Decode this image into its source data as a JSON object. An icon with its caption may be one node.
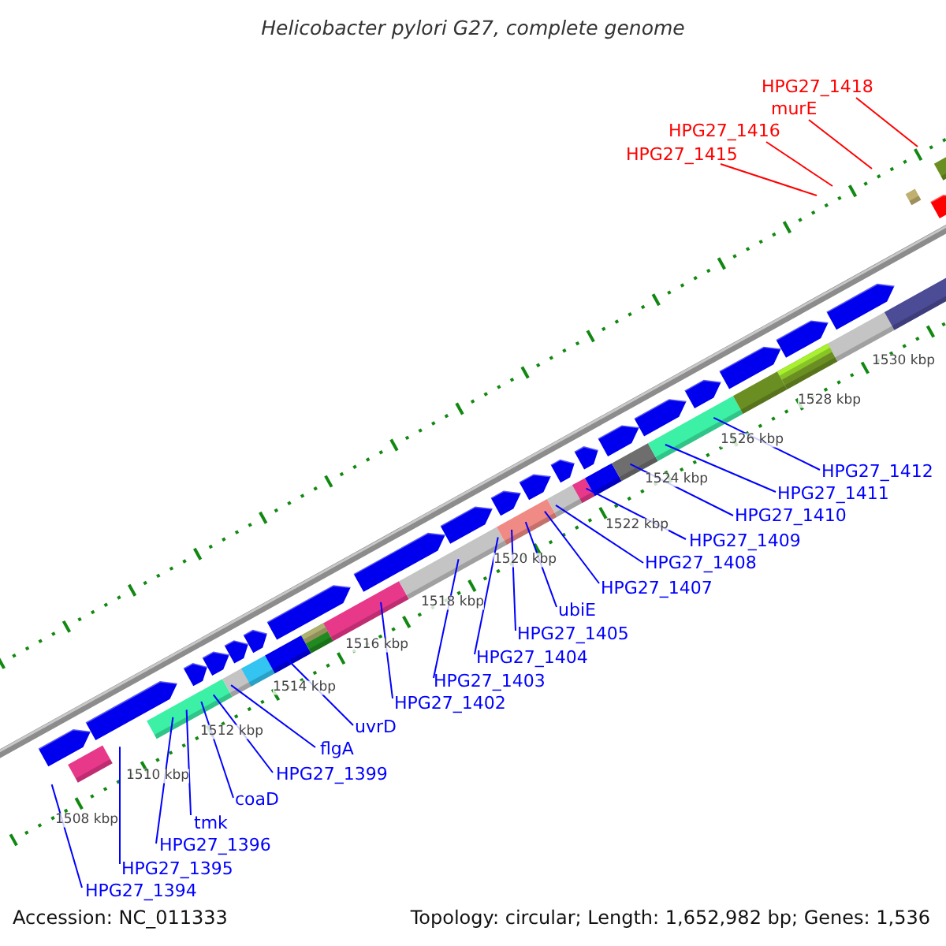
{
  "diagram": {
    "title": "Helicobacter pylori G27, complete genome",
    "nodes": [
      {
        "text": [
          "HPG27_1418"
        ]
      },
      {
        "text": [
          "murE"
        ]
      },
      {
        "text": [
          "HPG27_1416"
        ]
      },
      {
        "text": [
          "HPG27_1415"
        ]
      },
      {
        "text": [
          "HPG27_1412"
        ]
      },
      {
        "text": [
          "HPG27_1411"
        ]
      },
      {
        "text": [
          "HPG27_1410"
        ]
      },
      {
        "text": [
          "HPG27_1409"
        ]
      },
      {
        "text": [
          "HPG27_1408"
        ]
      },
      {
        "text": [
          "HPG27_1407"
        ]
      },
      {
        "text": [
          "ubiE"
        ]
      },
      {
        "text": [
          "HPG27_1405"
        ]
      },
      {
        "text": [
          "HPG27_1404"
        ]
      },
      {
        "text": [
          "HPG27_1403"
        ]
      },
      {
        "text": [
          "HPG27_1402"
        ]
      },
      {
        "text": [
          "uvrD"
        ]
      },
      {
        "text": [
          "flgA"
        ]
      },
      {
        "text": [
          "HPG27_1399"
        ]
      },
      {
        "text": [
          "coaD"
        ]
      },
      {
        "text": [
          "tmk"
        ]
      },
      {
        "text": [
          "HPG27_1396"
        ]
      },
      {
        "text": [
          "HPG27_1395"
        ]
      },
      {
        "text": [
          "HPG27_1394"
        ]
      }
    ],
    "edges": [
      {
        "from": 0,
        "to": null,
        "arrow": "none",
        "color": "#ff0000"
      },
      {
        "from": 1,
        "to": null,
        "arrow": "none",
        "color": "#ff0000"
      },
      {
        "from": 2,
        "to": null,
        "arrow": "none",
        "color": "#ff0000"
      },
      {
        "from": 3,
        "to": null,
        "arrow": "none",
        "color": "#ff0000"
      },
      {
        "from": 4,
        "to": null,
        "arrow": "none"
      },
      {
        "from": 5,
        "to": null,
        "arrow": "none"
      },
      {
        "from": 6,
        "to": null,
        "arrow": "none"
      },
      {
        "from": 7,
        "to": null,
        "arrow": "none"
      },
      {
        "from": 8,
        "to": null,
        "arrow": "none"
      },
      {
        "from": 9,
        "to": null,
        "arrow": "none"
      },
      {
        "from": 10,
        "to": null,
        "arrow": "none"
      },
      {
        "from": 11,
        "to": null,
        "arrow": "none"
      },
      {
        "from": 12,
        "to": null,
        "arrow": "none"
      },
      {
        "from": 13,
        "to": null,
        "arrow": "none"
      },
      {
        "from": 14,
        "to": null,
        "arrow": "none"
      },
      {
        "from": 15,
        "to": null,
        "arrow": "none"
      },
      {
        "from": 16,
        "to": null,
        "arrow": "none"
      },
      {
        "from": 17,
        "to": null,
        "arrow": "none"
      },
      {
        "from": 18,
        "to": null,
        "arrow": "none"
      },
      {
        "from": 19,
        "to": null,
        "arrow": "none"
      },
      {
        "from": 20,
        "to": null,
        "arrow": "none"
      },
      {
        "from": 21,
        "to": null,
        "arrow": "none"
      },
      {
        "from": 22,
        "to": null,
        "arrow": "none"
      }
    ],
    "labels": [
      "1530 kbp",
      "1528 kbp",
      "1526 kbp",
      "1524 kbp",
      "1522 kbp",
      "1520 kbp",
      "1518 kbp",
      "1516 kbp",
      "1514 kbp",
      "1512 kbp",
      "1510 kbp",
      "1508 kbp",
      "Accession: NC_011333",
      "Topology: circular; Length: 1,652,982 bp; Genes: 1,536"
    ]
  }
}
